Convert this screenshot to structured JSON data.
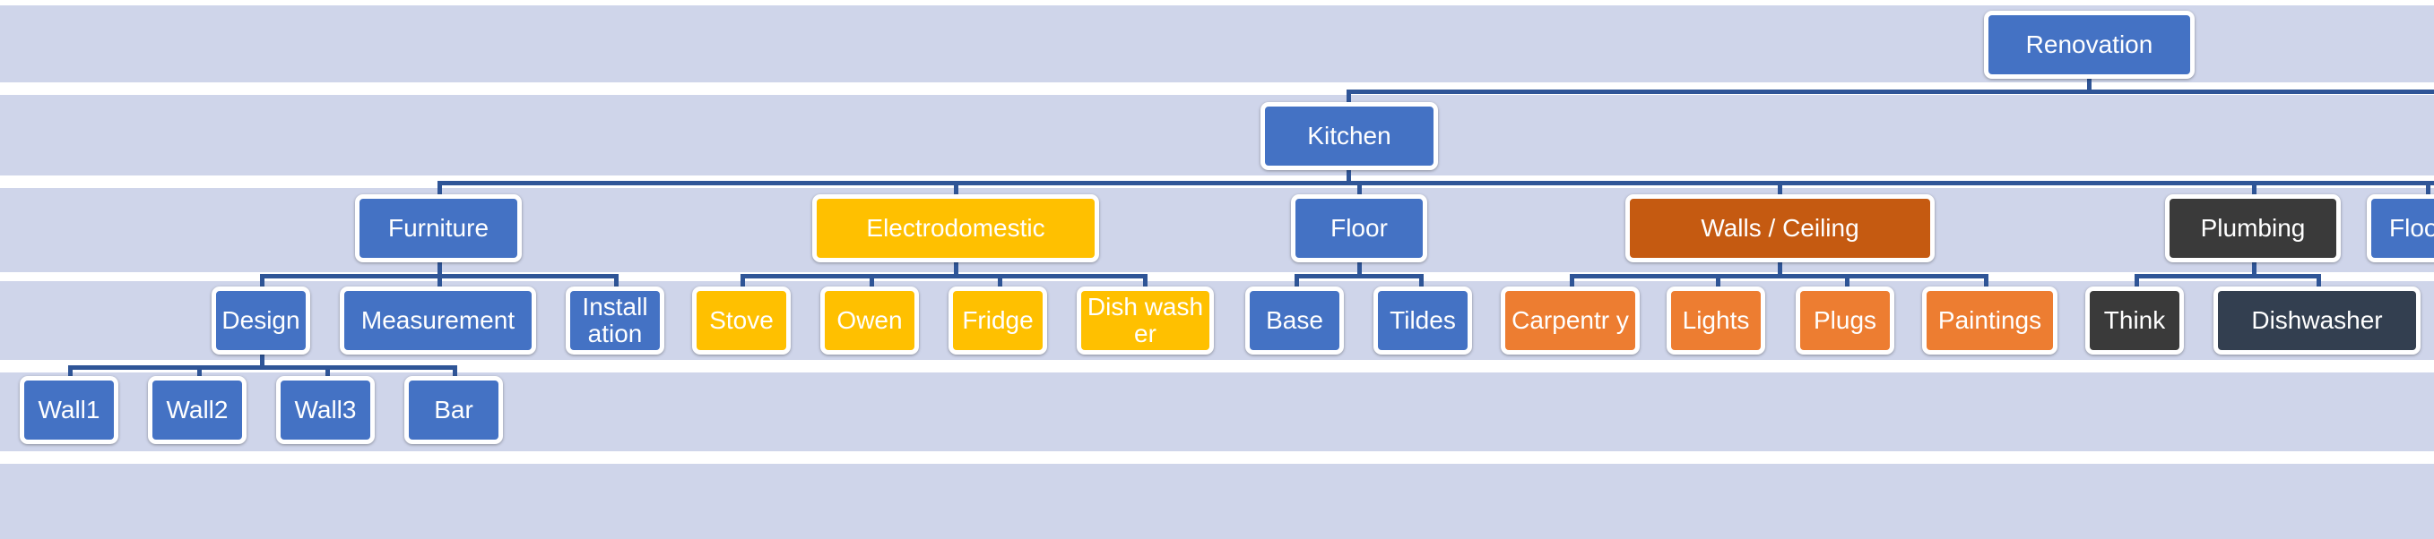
{
  "colors": {
    "band": "#cfd5ea",
    "connector": "#2f5597",
    "node_border": "#ffffff",
    "blue": "#4472c4",
    "yellow": "#ffc000",
    "dark_orange": "#c55a11",
    "orange": "#ed7d31",
    "dark_gray": "#3a3a3a",
    "navy": "#333f50"
  },
  "nodes": {
    "renovation": "Renovation",
    "kitchen": "Kitchen",
    "furniture": "Furniture",
    "electrodomestic": "Electrodomestic",
    "floor": "Floor",
    "walls_ceiling": "Walls / Ceiling",
    "plumbing": "Plumbing",
    "floor_cut": "Floo",
    "design": "Design",
    "measurement": "Measurement",
    "installation": "Install ation",
    "stove": "Stove",
    "owen": "Owen",
    "fridge": "Fridge",
    "dishwasher_appliance": "Dish washer",
    "base": "Base",
    "tildes": "Tildes",
    "carpentry": "Carpentr y",
    "lights": "Lights",
    "plugs": "Plugs",
    "paintings": "Paintings",
    "think": "Think",
    "dishwasher_plumbing": "Dishwasher",
    "wall1": "Wall1",
    "wall2": "Wall2",
    "wall3": "Wall3",
    "bar": "Bar"
  }
}
